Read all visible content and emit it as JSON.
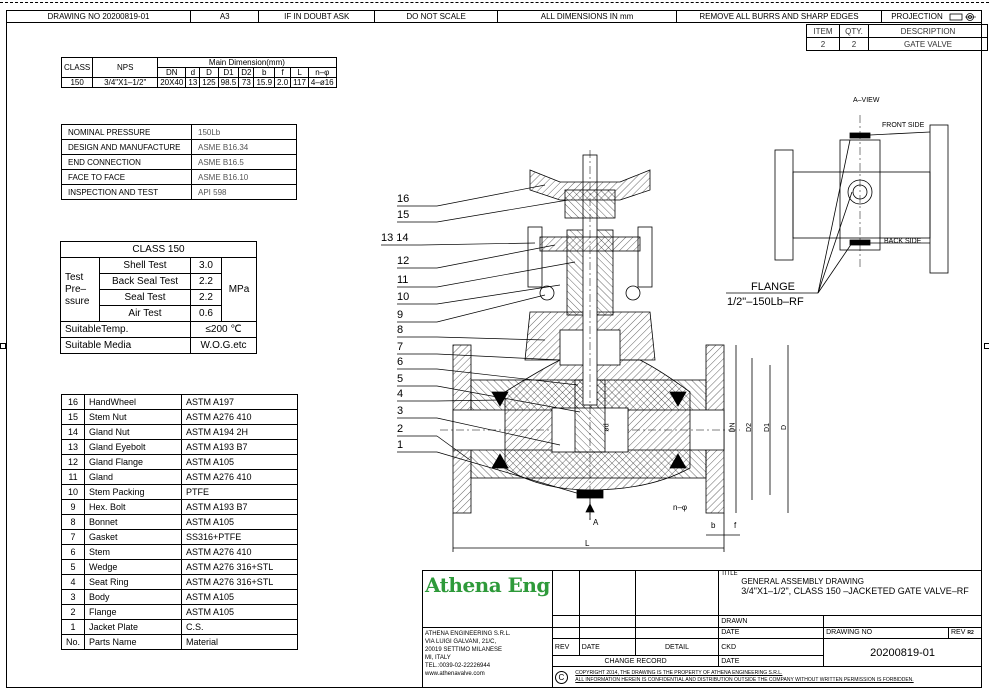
{
  "topbar": {
    "drawing_no": "DRAWING NO  20200819-01",
    "size": "A3",
    "doubt": "IF IN DOUBT ASK",
    "scale": "DO NOT SCALE",
    "dims": "ALL DIMENSIONS IN mm",
    "burrs": "REMOVE ALL BURRS AND SHARP EDGES",
    "projection": "PROJECTION"
  },
  "item_table": {
    "headers": [
      "ITEM",
      "QTY.",
      "DESCRIPTION"
    ],
    "row": [
      "2",
      "2",
      "GATE VALVE"
    ]
  },
  "dim_table": {
    "class_h": "CLASS",
    "nps_h": "NPS",
    "main_h": "Main  Dimension(mm)",
    "cols": [
      "DN",
      "d",
      "D",
      "D1",
      "D2",
      "b",
      "f",
      "L",
      "n–φ"
    ],
    "class_v": "150",
    "nps_v": "3/4\"X1–1/2\"",
    "values": [
      "20X40",
      "13",
      "125",
      "98.5",
      "73",
      "15.9",
      "2.0",
      "117",
      "4–ø16"
    ]
  },
  "spec_table": [
    {
      "k": "NOMINAL PRESSURE",
      "v": "150Lb"
    },
    {
      "k": "DESIGN AND MANUFACTURE",
      "v": "ASME  B16.34"
    },
    {
      "k": "END CONNECTION",
      "v": "ASME  B16.5"
    },
    {
      "k": "FACE TO FACE",
      "v": "ASME  B16.10"
    },
    {
      "k": "INSPECTION AND TEST",
      "v": "API  598"
    }
  ],
  "test_table": {
    "title": "CLASS  150",
    "group": "Test\nPre–\nssure",
    "rows": [
      {
        "name": "Shell  Test",
        "val": "3.0"
      },
      {
        "name": "Back  Seal  Test",
        "val": "2.2"
      },
      {
        "name": "Seal  Test",
        "val": "2.2"
      },
      {
        "name": "Air  Test",
        "val": "0.6"
      }
    ],
    "unit": "MPa",
    "temp_k": "SuitableTemp.",
    "temp_v": "≤200 ℃",
    "media_k": "Suitable  Media",
    "media_v": "W.O.G.etc"
  },
  "parts": [
    {
      "n": "16",
      "p": "HandWheel",
      "m": "ASTM  A197"
    },
    {
      "n": "15",
      "p": "Stem  Nut",
      "m": "ASTM  A276  410"
    },
    {
      "n": "14",
      "p": "Gland  Nut",
      "m": "ASTM  A194  2H"
    },
    {
      "n": "13",
      "p": "Gland  Eyebolt",
      "m": "ASTM  A193  B7"
    },
    {
      "n": "12",
      "p": "Gland  Flange",
      "m": "ASTM  A105"
    },
    {
      "n": "11",
      "p": "Gland",
      "m": "ASTM  A276  410"
    },
    {
      "n": "10",
      "p": "Stem  Packing",
      "m": "PTFE"
    },
    {
      "n": "9",
      "p": "Hex.  Bolt",
      "m": "ASTM  A193  B7"
    },
    {
      "n": "8",
      "p": "Bonnet",
      "m": "ASTM  A105"
    },
    {
      "n": "7",
      "p": "Gasket",
      "m": "SS316+PTFE"
    },
    {
      "n": "6",
      "p": "Stem",
      "m": "ASTM  A276  410"
    },
    {
      "n": "5",
      "p": "Wedge",
      "m": "ASTM  A276  316+STL"
    },
    {
      "n": "4",
      "p": "Seat  Ring",
      "m": "ASTM  A276  316+STL"
    },
    {
      "n": "3",
      "p": "Body",
      "m": "ASTM  A105"
    },
    {
      "n": "2",
      "p": "Flange",
      "m": "ASTM  A105"
    },
    {
      "n": "1",
      "p": "Jacket  Plate",
      "m": "C.S."
    },
    {
      "n": "No.",
      "p": "Parts  Name",
      "m": "Material"
    }
  ],
  "callouts": [
    "16",
    "15",
    "13_14",
    "12",
    "11",
    "10",
    "9",
    "8",
    "7",
    "6",
    "5",
    "4",
    "3",
    "2",
    "1"
  ],
  "dims": {
    "L": "L",
    "b": "b",
    "f": "f",
    "nphi": "n–φ",
    "dn": "DN",
    "d2": "D2",
    "d1": "D1",
    "d": "D",
    "dh": "ød",
    "arrowA": "A"
  },
  "view": {
    "title": "A–VIEW",
    "front": "FRONT  SIDE",
    "back": "BACK  SIDE",
    "flange": "FLANGE",
    "flange_spec": "1/2\"–150Lb–RF"
  },
  "title_block": {
    "logo": "Athena Eng",
    "company": "ATHENA ENGINEERING S.R.L.",
    "addr1": "VIA LUIGI GALVANI, 21/C,",
    "addr2": "20019 SETTIMO MILANESE",
    "addr3": "MI, ITALY",
    "tel": "TEL.:0039-02-22226944",
    "web": "www.athenavalve.com",
    "rev": "REV",
    "date": "DATE",
    "detail": "DETAIL",
    "change": "CHANGE  RECORD",
    "title_k": "TITLE",
    "title1": "GENERAL ASSEMBLY DRAWING",
    "title2": "3/4\"X1–1/2\",  CLASS  150  –JACKETED  GATE  VALVE–RF",
    "drawn": "DRAWN",
    "date2": "DATE",
    "chkd": "CKD",
    "date3": "DATE",
    "dwgno_k": "DRAWING NO",
    "rev2": "REV",
    "rev_v": "R2",
    "dwgno_v": "20200819-01",
    "copy1": "COPYRIGHT 2014, THE DRAWING IS THE PROPERTY OF ATHENA ENGINEERING S.R.L.",
    "copy2": "ALL INFORMATION HEREIN IS CONFIDENTIAL AND DISTRIBUTION OUTSIDE THE COMPANY WITHOUT WRITTEN PERMISSION IS FORBIDDEN.",
    "copy_sym": "C"
  }
}
